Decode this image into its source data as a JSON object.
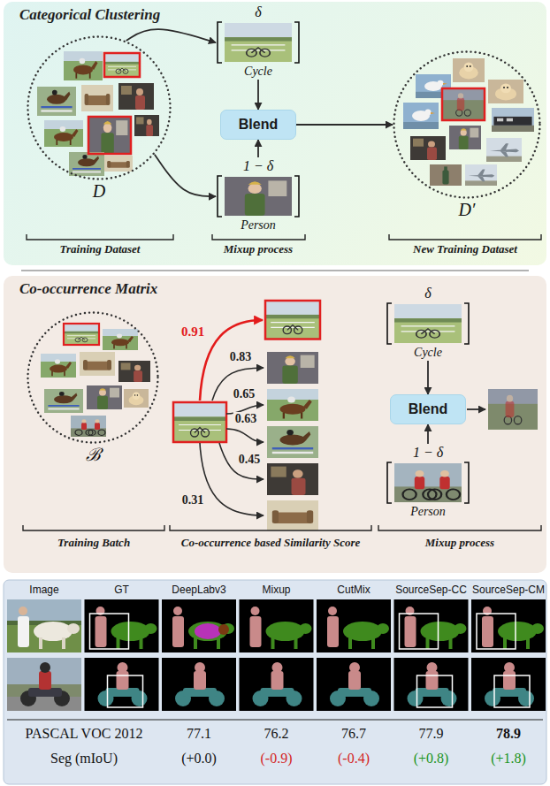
{
  "diagram": {
    "nodes": [
      {
        "text": [
          "Categorical Clustering"
        ]
      },
      {
        "text": [
          "D"
        ],
        "in": 0
      },
      {
        "text": [
          "δ",
          "Cycle"
        ],
        "in": 0
      },
      {
        "text": [
          "Blend"
        ],
        "in": 0
      },
      {
        "text": [
          "1 − δ",
          "Person"
        ],
        "in": 0
      },
      {
        "text": [
          "D′"
        ],
        "in": 0
      },
      {
        "text": [
          "Co-occurrence Matrix"
        ]
      },
      {
        "text": [
          "ℬ"
        ],
        "in": 6
      },
      {
        "text": [
          "δ",
          "Cycle"
        ],
        "in": 6
      },
      {
        "text": [
          "Blend"
        ],
        "in": 6
      },
      {
        "text": [
          "1 − δ",
          "Person"
        ],
        "in": 6
      }
    ],
    "edges": [
      {
        "from": 1,
        "to": 2,
        "arrow": "to"
      },
      {
        "from": 1,
        "to": 4,
        "arrow": "to"
      },
      {
        "from": 2,
        "to": 3,
        "arrow": "to"
      },
      {
        "from": 4,
        "to": 3,
        "arrow": "to"
      },
      {
        "from": 3,
        "to": 5,
        "arrow": "to"
      },
      {
        "from": 8,
        "to": 9,
        "arrow": "to"
      },
      {
        "from": 10,
        "to": 9,
        "arrow": "to"
      }
    ],
    "labels": [
      "Training Dataset",
      "Mixup process",
      "New Training Dataset",
      "0.91",
      "0.83",
      "0.65",
      "0.63",
      "0.45",
      "0.31",
      "Training Batch",
      "Co-occurrence based Similarity Score",
      "Mixup process",
      "Image",
      "GT",
      "DeepLabv3",
      "Mixup",
      "CutMix",
      "SourceSep-CC",
      "SourceSep-CM",
      "PASCAL VOC 2012",
      "77.1",
      "76.2",
      "76.7",
      "77.9",
      "78.9",
      "Seg (mIoU)",
      "(+0.0)",
      "(-0.9)",
      "(-0.4)",
      "(+0.8)",
      "(+1.8)"
    ]
  }
}
